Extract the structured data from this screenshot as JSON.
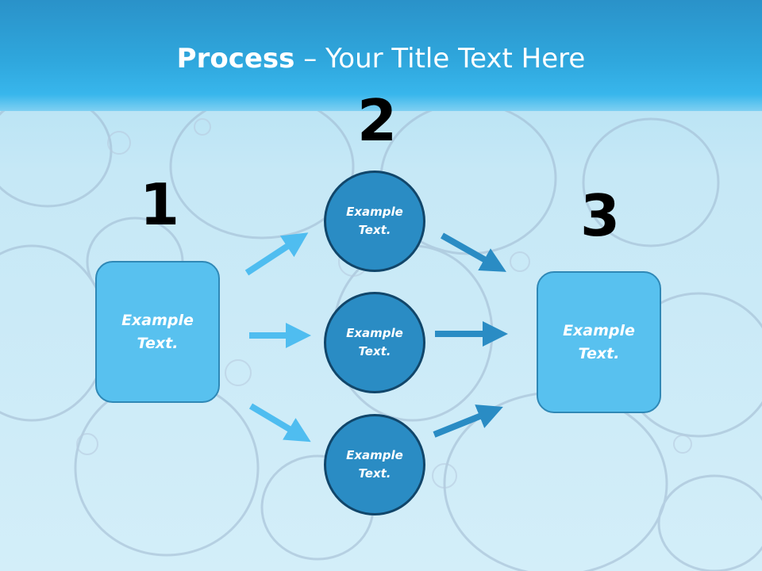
{
  "title": {
    "bold": "Process",
    "separator": " – ",
    "rest": "Your Title Text Here"
  },
  "numbers": [
    "1",
    "2",
    "3"
  ],
  "boxes": [
    {
      "text": "Example\nText."
    },
    {
      "text": "Example\nText."
    }
  ],
  "circles": [
    {
      "text": "Example\nText."
    },
    {
      "text": "Example\nText."
    },
    {
      "text": "Example\nText."
    }
  ],
  "colors": {
    "box_fill": "#58c1ef",
    "circle_fill": "#2a8cc4",
    "arrow_left": "#4fbdf0",
    "arrow_right": "#2a8cc4"
  }
}
